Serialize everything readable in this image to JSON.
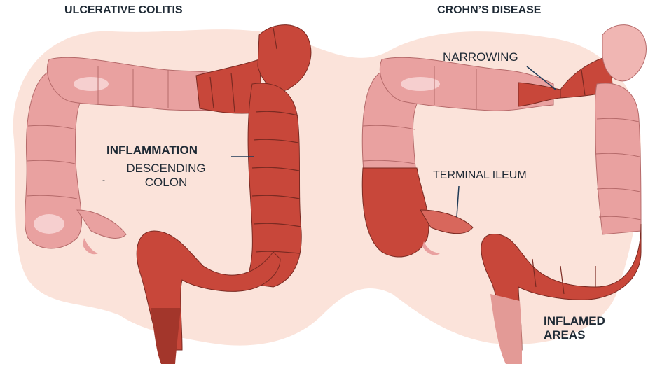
{
  "colors": {
    "background_blob": "#fbe3da",
    "healthy_colon": "#e9a1a0",
    "healthy_highlight": "#f6cfcf",
    "inflamed_colon": "#c8473a",
    "inflamed_dark": "#a3362b",
    "segment_line": "#7a2a22",
    "leader_line": "#1f3b57",
    "text": "#1f2a35"
  },
  "left_panel": {
    "title": "ULCERATIVE COLITIS",
    "inflammation_label": "INFLAMMATION",
    "descending_label_line1": "DESCENDING",
    "descending_label_line2": "COLON",
    "dash_mark": "-"
  },
  "right_panel": {
    "title": "CROHN’S DISEASE",
    "narrowing_label": "NARROWING",
    "terminal_ileum_label": "TERMINAL ILEUM",
    "inflamed_label_line1": "INFLAMED",
    "inflamed_label_line2": "AREAS"
  }
}
